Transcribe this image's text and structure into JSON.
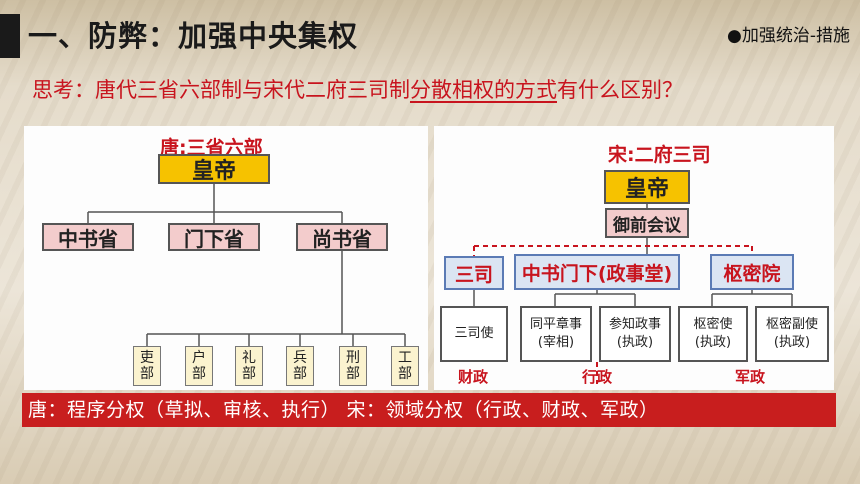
{
  "header": {
    "title": "一、防弊：加强中央集权",
    "tag": "●加强统治-措施"
  },
  "question": {
    "part1": "思考：唐代三省六部制与宋代二府三司制",
    "part2": "分散相权的方式",
    "part3": "有什么区别？"
  },
  "tang": {
    "title": "唐:三省六部",
    "emperor": "皇帝",
    "departments": [
      "中书省",
      "门下省",
      "尚书省"
    ],
    "ministries": [
      "吏部",
      "户部",
      "礼部",
      "兵部",
      "刑部",
      "工部"
    ]
  },
  "song": {
    "title": "宋:二府三司",
    "emperor": "皇帝",
    "council": "御前会议",
    "departments": [
      "三司",
      "中书门下(政事堂)",
      "枢密院"
    ],
    "officials": [
      {
        "line1": "三司使",
        "line2": ""
      },
      {
        "line1": "同平章事",
        "line2": "(宰相)"
      },
      {
        "line1": "参知政事",
        "line2": "(执政)"
      },
      {
        "line1": "枢密使",
        "line2": "(执政)"
      },
      {
        "line1": "枢密副使",
        "line2": "(执政)"
      }
    ],
    "domains": [
      "财政",
      "行政",
      "军政"
    ]
  },
  "summary": "唐：程序分权（草拟、审核、执行） 宋：领域分权（行政、财政、军政）",
  "colors": {
    "accent": "#c8141e",
    "emperor": "#f6c200",
    "summary_bg": "#c81e1e"
  }
}
